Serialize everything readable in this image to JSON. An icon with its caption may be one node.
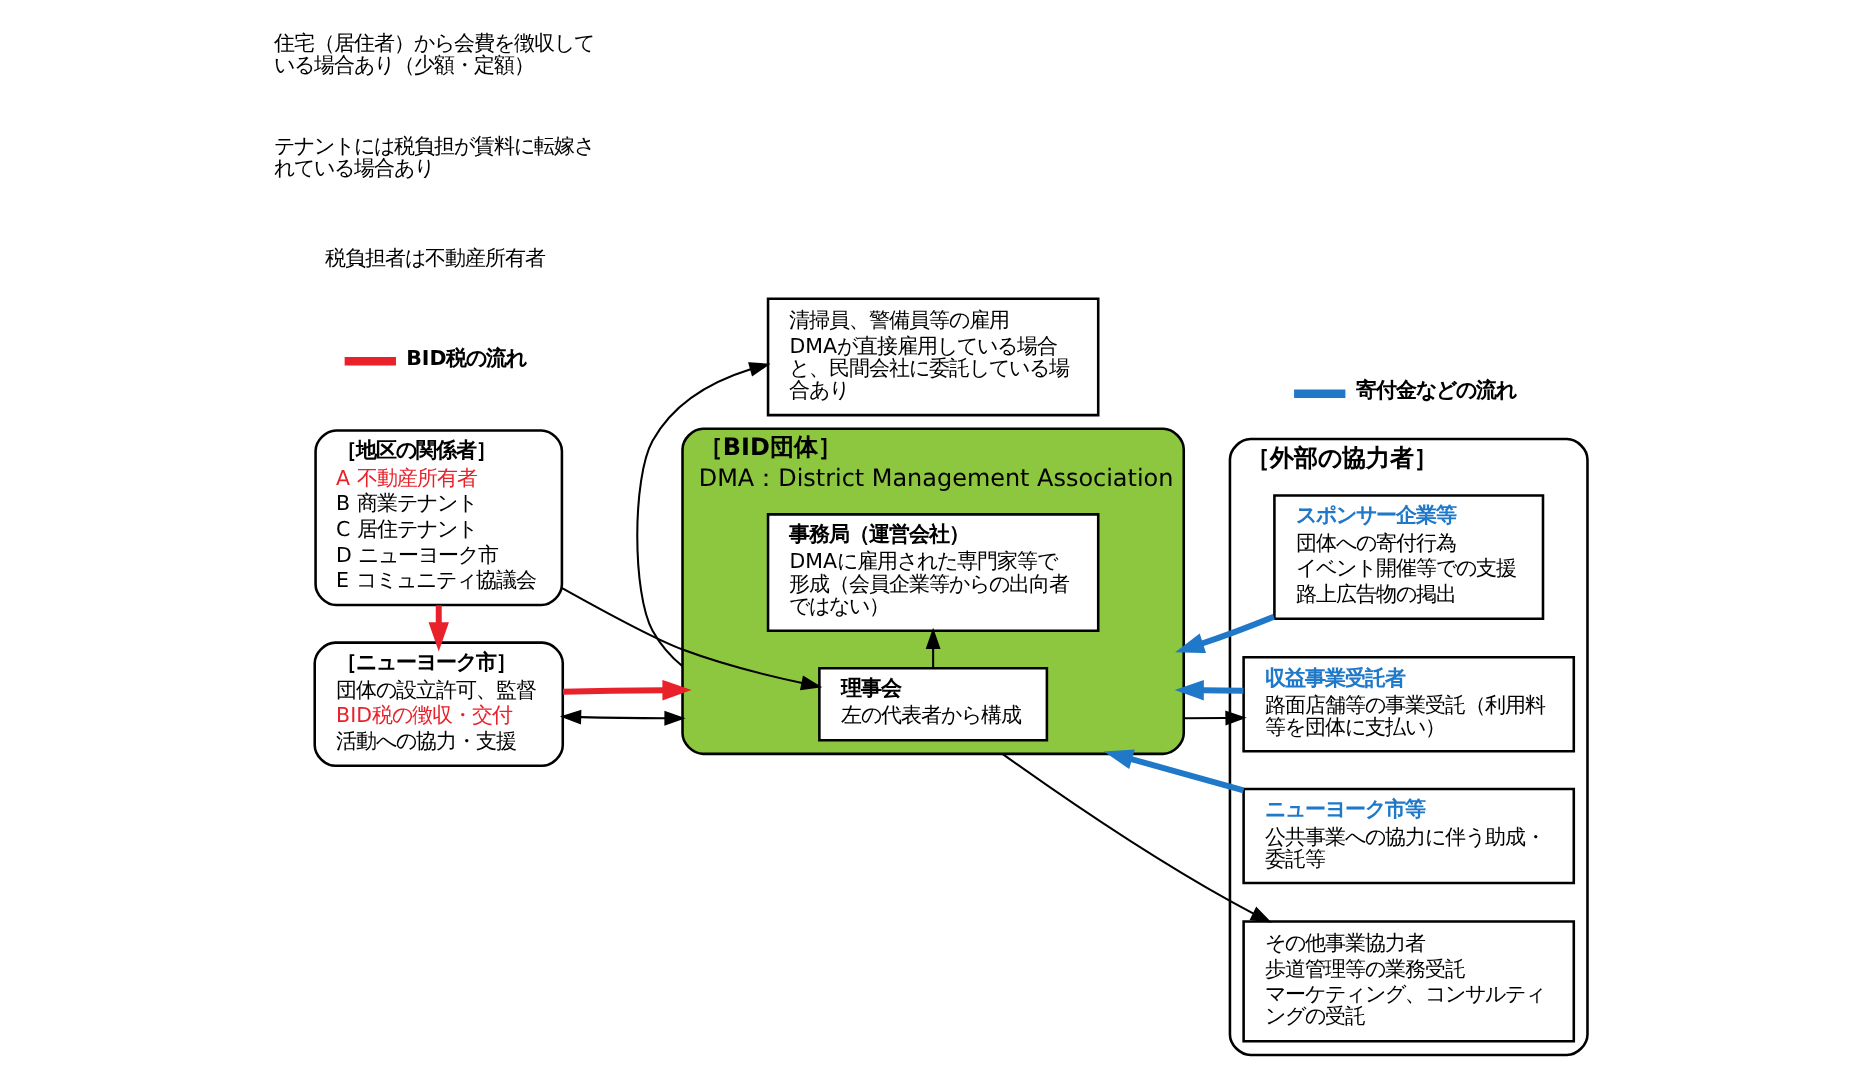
{
  "diagram": {
    "nodes": [
      {
        "text": [
          "［地区の関係者］",
          "A 不動産所有者",
          "B 商業テナント",
          "C 居住テナント",
          "D ニューヨーク市",
          "E コミュニティ協議会"
        ]
      },
      {
        "text": [
          "［ニューヨーク市］",
          "団体の設立許可、監督",
          "BID税の徴収・交付",
          "活動への協力・支援"
        ]
      },
      {
        "text": [
          "［BID団体］",
          "DMA：District Management Association"
        ]
      },
      {
        "text": [
          "理事会",
          "左の代表者から構成"
        ],
        "in": 2
      },
      {
        "text": [
          "事務局（運営会社）",
          "DMAに雇用された専門家等で形成（会員企業等からの出向者ではない）"
        ],
        "in": 2
      },
      {
        "text": [
          "清掃員、警備員等の雇用",
          "DMAが直接雇用している場合と、民間会社に委託している場合あり"
        ]
      },
      {
        "text": [
          "［外部の協力者］"
        ]
      },
      {
        "text": [
          "スポンサー企業等",
          "団体への寄付行為",
          "イベント開催等での支援",
          "路上広告物の掲出"
        ],
        "in": 6
      },
      {
        "text": [
          "収益事業受託者",
          "路面店舗等の事業受託（利用料等を団体に支払い）"
        ],
        "in": 6
      },
      {
        "text": [
          "ニューヨーク市等",
          "公共事業への協力に伴う助成・委託等"
        ],
        "in": 6
      },
      {
        "text": [
          "その他事業協力者",
          "歩道管理等の業務受託",
          "マーケティング、コンサルティングの受託"
        ],
        "in": 6
      }
    ],
    "edges": [
      {
        "from": 0,
        "to": 3,
        "arrow": "to"
      },
      {
        "from": 1,
        "to": 2,
        "arrow": "both"
      },
      {
        "from": 0,
        "to": 1,
        "arrow": "to",
        "style": "thick",
        "color": "#e8212b"
      },
      {
        "from": 1,
        "to": 2,
        "arrow": "to",
        "style": "thick",
        "color": "#e8212b"
      },
      {
        "from": 3,
        "to": 4,
        "arrow": "to"
      },
      {
        "from": 2,
        "to": 5,
        "arrow": "to"
      },
      {
        "from": 2,
        "to": 8,
        "arrow": "to"
      },
      {
        "from": 2,
        "to": 10,
        "arrow": "to"
      },
      {
        "from": 7,
        "to": 2,
        "arrow": "to",
        "style": "thick",
        "color": "#1f78c8"
      },
      {
        "from": 8,
        "to": 2,
        "arrow": "to",
        "style": "thick",
        "color": "#1f78c8"
      },
      {
        "from": 9,
        "to": 2,
        "arrow": "to",
        "style": "thick",
        "color": "#1f78c8"
      }
    ],
    "labels": [
      "税負担者は不動産所有者",
      "テナントには税負担が賃料に転嫁されている場合あり",
      "住宅（居住者）から会費を徴収している場合あり（少額・定額）"
    ],
    "legend": [
      {
        "text": "BID税の流れ",
        "color": "#e8212b"
      },
      {
        "text": "寄付金などの流れ",
        "color": "#1f78c8"
      }
    ]
  }
}
